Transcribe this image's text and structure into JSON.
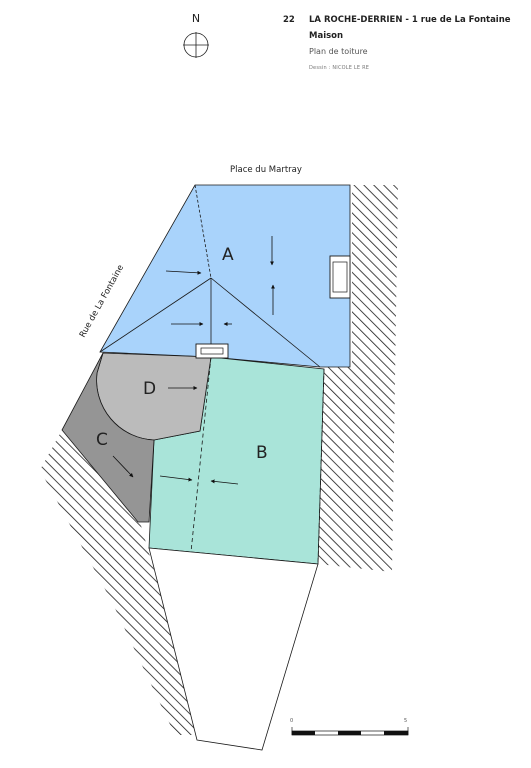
{
  "title_block": {
    "number": "22",
    "title": "LA ROCHE-DERRIEN - 1 rue de La Fontaine",
    "subtitle": "Maison",
    "kind": "Plan de toiture",
    "credit": "Dessin : NICOLE LE RE"
  },
  "north": {
    "letter": "N"
  },
  "streets": {
    "top": "Place du Martray",
    "left": "Rue de La Fontaine"
  },
  "roof_zones": [
    {
      "label": "A",
      "color": "#a9d3fb"
    },
    {
      "label": "B",
      "color": "#a9e4d9"
    },
    {
      "label": "C",
      "color": "#959595"
    },
    {
      "label": "D",
      "color": "#bbbbbb"
    }
  ],
  "scale_bar": {
    "start": "0",
    "end": "5"
  },
  "colors": {
    "outline": "#1a1a1a",
    "hatch": "#1a1a1a",
    "background": "#ffffff"
  }
}
